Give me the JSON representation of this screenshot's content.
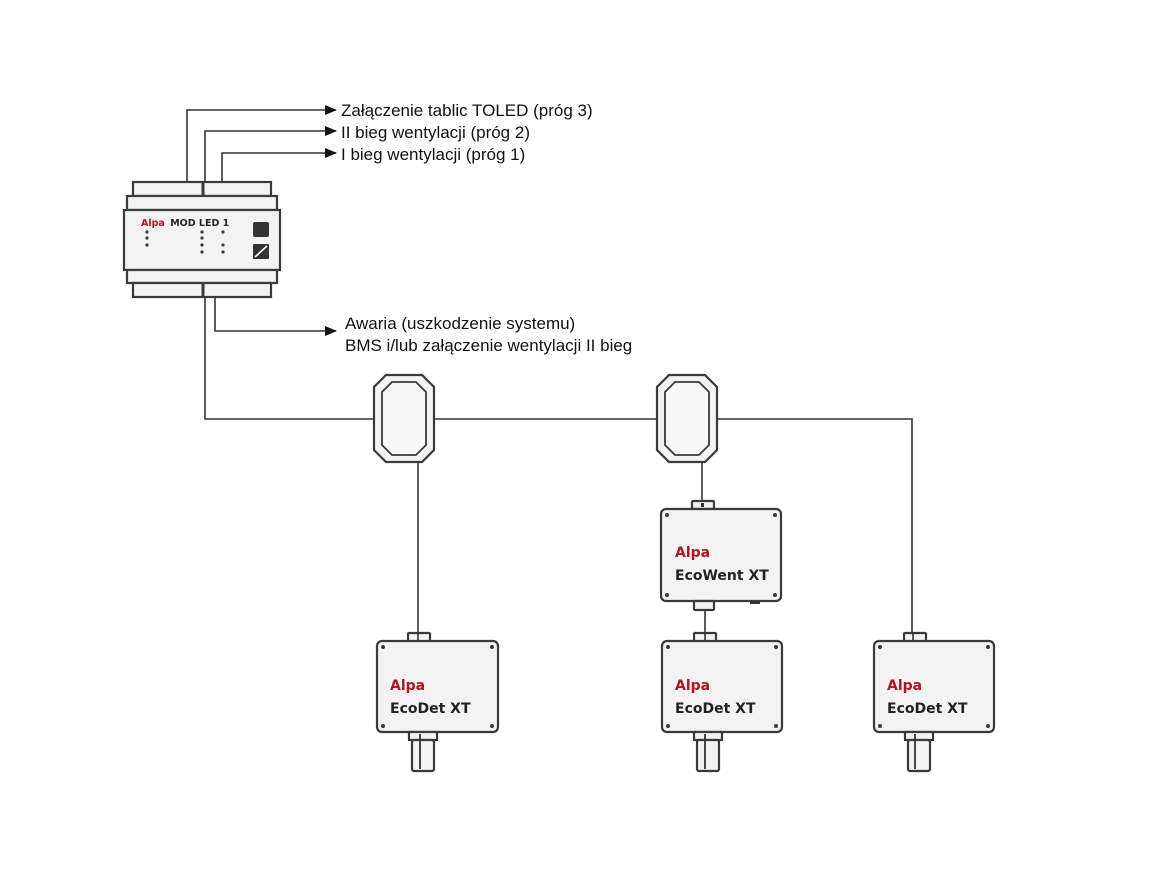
{
  "diagram": {
    "controller": {
      "brand": "Alpa",
      "model": "MOD LED 1"
    },
    "outputs": [
      {
        "label": "Załączenie tablic TOLED (próg 3)"
      },
      {
        "label": "II bieg wentylacji (próg 2)"
      },
      {
        "label": "I bieg wentylacji (próg 1)"
      }
    ],
    "fault_output": {
      "line1": "Awaria (uszkodzenie systemu)",
      "line2": "BMS i/lub załączenie wentylacji II bieg"
    },
    "junction_boxes": [
      {
        "name": "junction-box-left"
      },
      {
        "name": "junction-box-right"
      }
    ],
    "devices": [
      {
        "brand": "Alpa",
        "model": "EcoDet XT"
      },
      {
        "brand": "Alpa",
        "model": "EcoWent XT"
      },
      {
        "brand": "Alpa",
        "model": "EcoDet XT"
      },
      {
        "brand": "Alpa",
        "model": "EcoDet XT"
      }
    ],
    "colors": {
      "brand_red": "#b3121f",
      "outline": "#3a3a3a",
      "fill": "#f3f3f3"
    }
  }
}
